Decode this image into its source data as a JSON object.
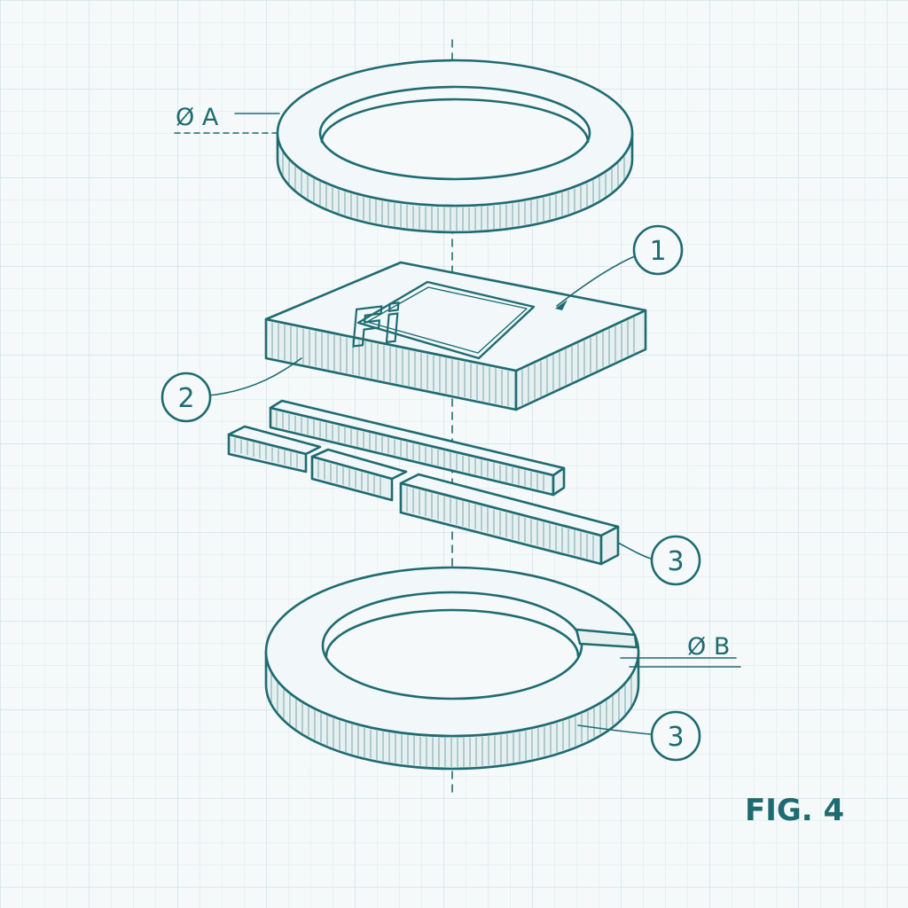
{
  "diagram": {
    "dimension_a_label": "Ø A",
    "dimension_b_label": "Ø B",
    "chip_logo_text": "Fi",
    "callouts": [
      {
        "id": "callout-1",
        "label": "1"
      },
      {
        "id": "callout-2",
        "label": "2"
      },
      {
        "id": "callout-3-strips",
        "label": "3"
      },
      {
        "id": "callout-3-ring",
        "label": "3"
      }
    ],
    "figure_label": "FIG. 4",
    "colors": {
      "ink": "#1f6b72",
      "grid": "#d6e6ea",
      "background": "#f5f9fa"
    }
  }
}
